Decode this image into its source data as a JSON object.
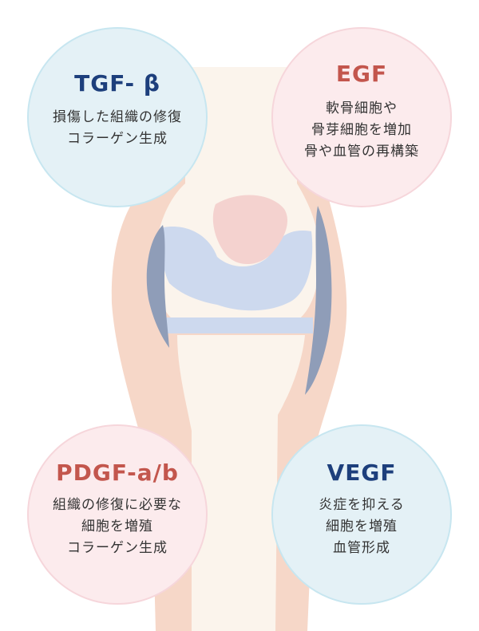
{
  "colors": {
    "navy": "#1d3f7c",
    "red": "#c3564d",
    "blue_circle": "#e4f1f6",
    "pink_circle": "#fcebed",
    "cartilage": "#cdd9ee",
    "meniscus": "#8f9db8",
    "bone_outline": "#f6d7c8",
    "bone": "#fbf4ec",
    "patella": "#f4d2cf"
  },
  "factors": {
    "tgf": {
      "title": "TGF- β",
      "lines": [
        "損傷した組織の修復",
        "コラーゲン生成"
      ]
    },
    "egf": {
      "title": "EGF",
      "lines": [
        "軟骨細胞や",
        "骨芽細胞を増加",
        "骨や血管の再構築"
      ]
    },
    "pdgf": {
      "title": "PDGF-a/b",
      "lines": [
        "組織の修復に必要な",
        "細胞を増殖",
        "コラーゲン生成"
      ]
    },
    "vegf": {
      "title": "VEGF",
      "lines": [
        "炎症を抑える",
        "細胞を増殖",
        "血管形成"
      ]
    }
  }
}
